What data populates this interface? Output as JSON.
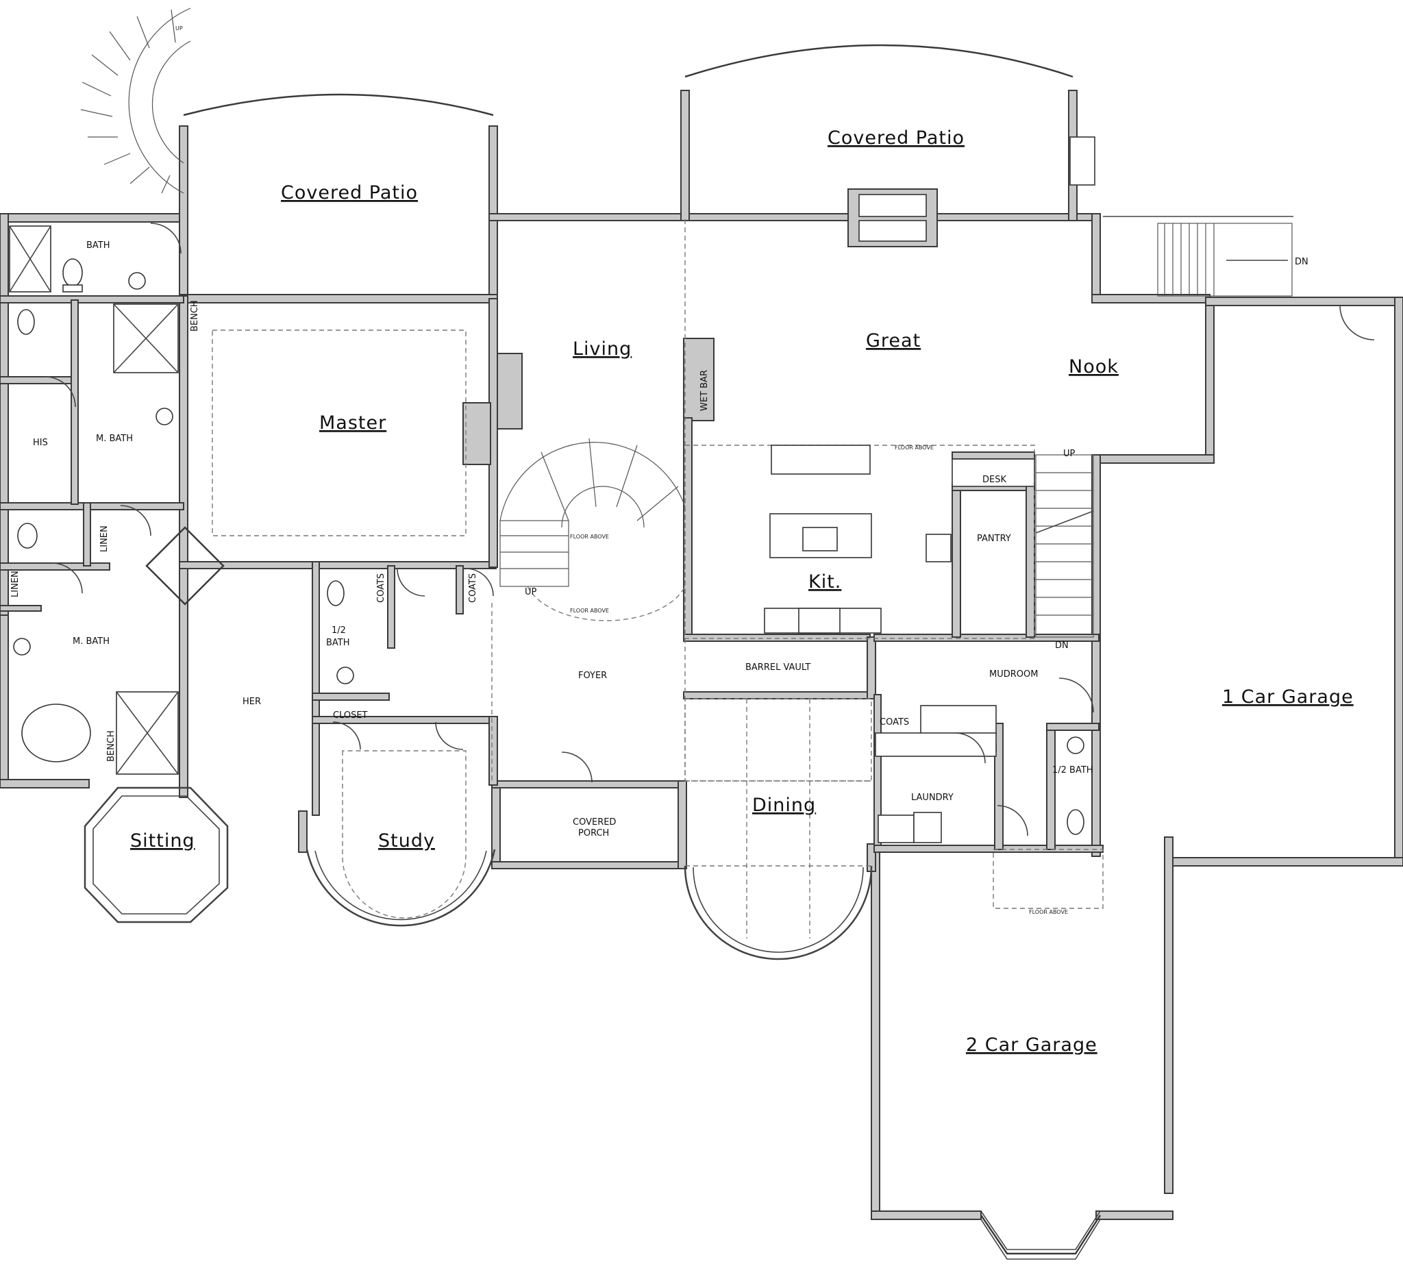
{
  "rooms": {
    "covered_patio_left": "Covered Patio",
    "covered_patio_right": "Covered Patio",
    "living": "Living",
    "great": "Great",
    "nook": "Nook",
    "master": "Master",
    "kit": "Kit.",
    "dining": "Dining",
    "study": "Study",
    "sitting": "Sitting",
    "one_car_garage": "1 Car Garage",
    "two_car_garage": "2 Car Garage"
  },
  "small_labels": {
    "bath": "BATH",
    "m_bath_upper": "M. BATH",
    "m_bath_lower": "M. BATH",
    "his": "HIS",
    "her": "HER",
    "linen_upper": "LINEN",
    "linen_lower": "LINEN",
    "bench_upper": "BENCH",
    "bench_lower": "BENCH",
    "coats_left": "COATS",
    "coats_right": "COATS",
    "coats_mud": "COATS",
    "half_bath_left_1": "1/2",
    "half_bath_left_2": "BATH",
    "half_bath_right": "1/2 BATH",
    "closet": "CLOSET",
    "foyer": "FOYER",
    "covered_porch_1": "COVERED",
    "covered_porch_2": "PORCH",
    "barrel_vault": "BARREL VAULT",
    "mudroom": "MUDROOM",
    "laundry": "LAUNDRY",
    "pantry": "PANTRY",
    "desk": "DESK",
    "wet_bar": "WET BAR",
    "up_spiral": "UP",
    "up_stair": "UP",
    "up_back": "UP",
    "dn_deck": "DN",
    "dn_back": "DN"
  },
  "notes": {
    "floor_above_1": "FLOOR ABOVE",
    "floor_above_2": "FLOOR ABOVE",
    "floor_above_3": "FLOOR ABOVE",
    "floor_above_4": "FLOOR ABOVE"
  }
}
